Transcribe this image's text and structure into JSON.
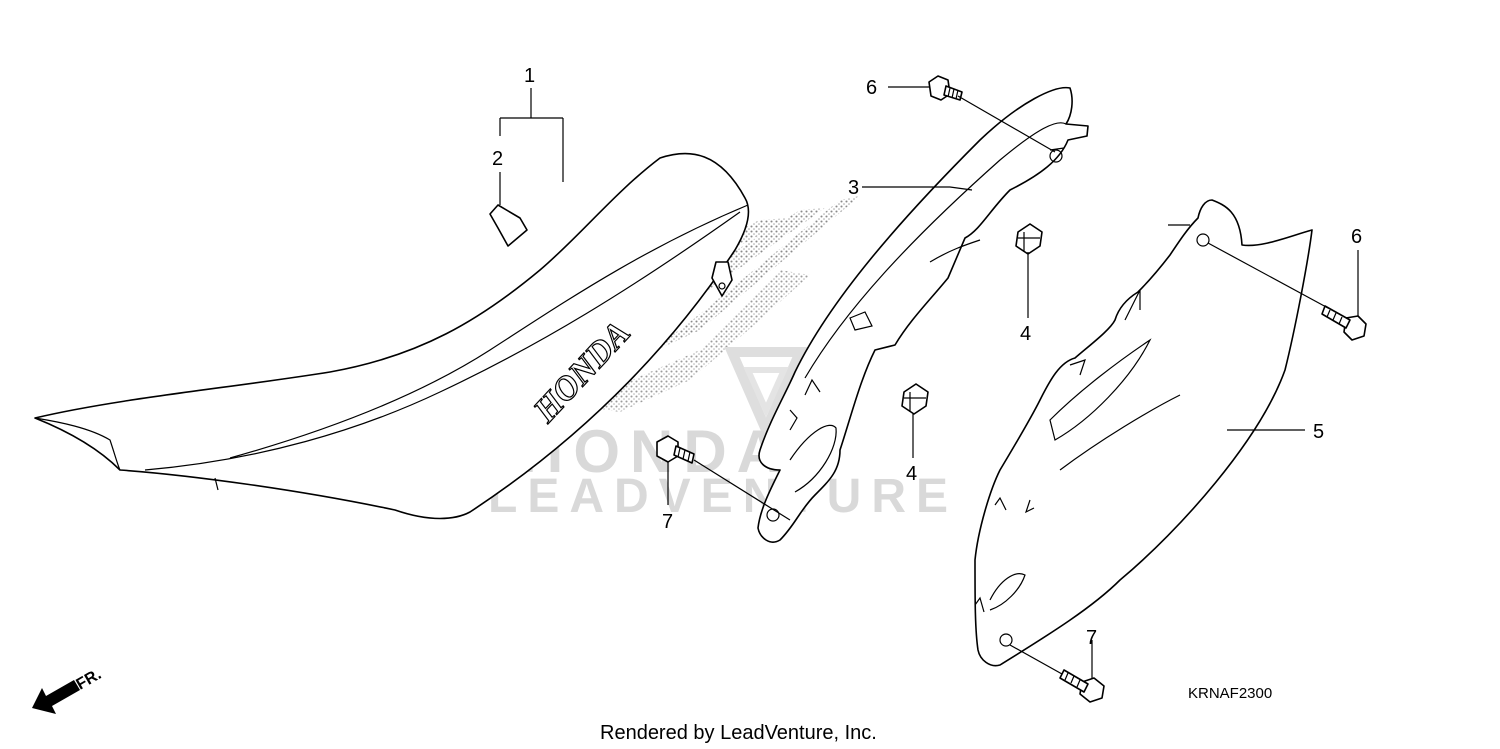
{
  "diagram": {
    "callouts": [
      {
        "id": "callout-1",
        "text": "1"
      },
      {
        "id": "callout-2",
        "text": "2"
      },
      {
        "id": "callout-3",
        "text": "3"
      },
      {
        "id": "callout-4a",
        "text": "4"
      },
      {
        "id": "callout-4b",
        "text": "4"
      },
      {
        "id": "callout-5",
        "text": "5"
      },
      {
        "id": "callout-6a",
        "text": "6"
      },
      {
        "id": "callout-6b",
        "text": "6"
      },
      {
        "id": "callout-7a",
        "text": "7"
      },
      {
        "id": "callout-7b",
        "text": "7"
      }
    ],
    "seat_logo": "HONDA",
    "direction_marker": "FR.",
    "diagram_code": "KRNAF2300",
    "watermark": {
      "brand": "HONDA",
      "company": "LEADVENTURE"
    },
    "footer": "Rendered by LeadVenture, Inc."
  }
}
